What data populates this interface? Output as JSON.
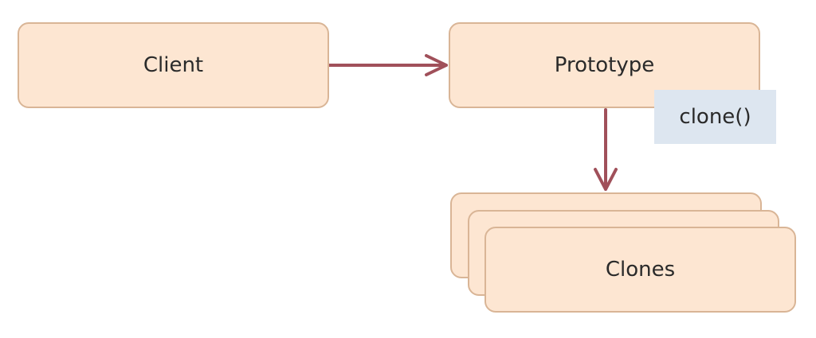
{
  "diagram": {
    "nodes": {
      "client": {
        "label": "Client"
      },
      "prototype": {
        "label": "Prototype"
      },
      "clone_method": {
        "label": "clone()"
      },
      "clones": {
        "label": "Clones"
      }
    },
    "edges": [
      {
        "from": "client",
        "to": "prototype"
      },
      {
        "from": "prototype",
        "to": "clones"
      }
    ],
    "colors": {
      "box_fill": "#fde6d2",
      "box_border": "#d9b596",
      "tag_fill": "#dde6f0",
      "arrow": "#a0505a"
    }
  }
}
